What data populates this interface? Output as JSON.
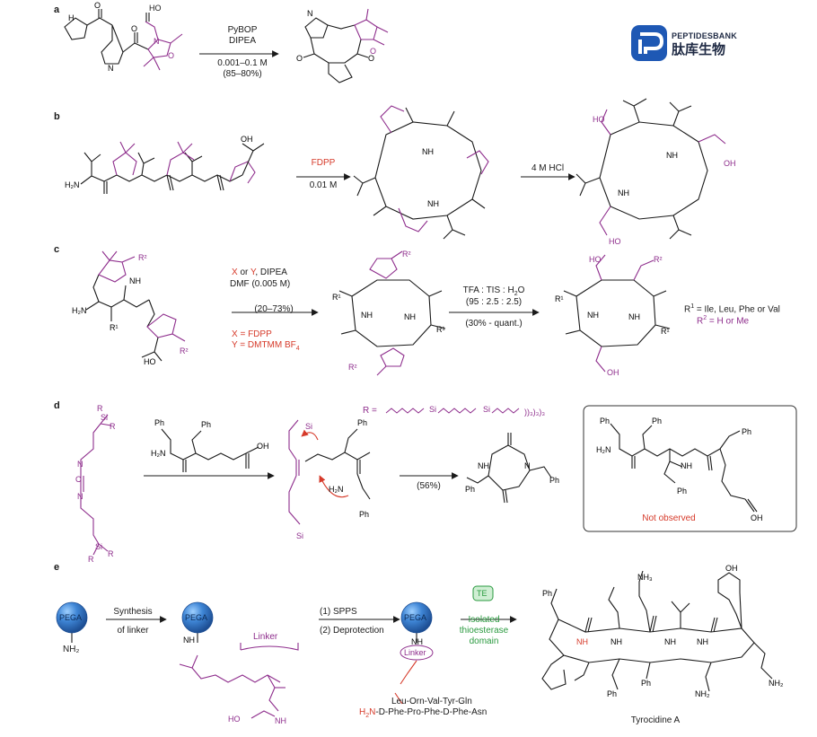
{
  "panels": {
    "a": {
      "label": "a",
      "reagent1": "PyBOP",
      "reagent2": "DIPEA",
      "condition": "0.001–0.1 M",
      "yield": "(85–80%)"
    },
    "b": {
      "label": "b",
      "reagent": "FDPP",
      "condition": "0.01 M",
      "step2": "4 M HCl"
    },
    "c": {
      "label": "c",
      "reagent_x": "X",
      "reagent_or": "or",
      "reagent_y": "Y",
      "reagent_rest": ", DIPEA",
      "solvent": "DMF (0.005 M)",
      "yield1": "(20–73%)",
      "x_def": "X = FDPP",
      "y_def": "Y = DMTMM BF",
      "y_sub": "4",
      "step2_reagent": "TFA : TIS : H",
      "step2_sub": "2",
      "step2_o": "O",
      "step2_ratio": "(95 : 2.5 : 2.5)",
      "yield2": "(30% - quant.)",
      "r1_def_pre": "R",
      "r1_sup": "1",
      "r1_def": " = Ile, Leu, Phe or Val",
      "r2_def_pre": "R",
      "r2_sup": "2",
      "r2_def": " = H or Me"
    },
    "d": {
      "label": "d",
      "r_eq": "R =",
      "yield": "(56%)",
      "not_observed": "Not observed"
    },
    "e": {
      "label": "e",
      "step1_line1": "Synthesis",
      "step1_line2": "of linker",
      "step2_line1": "(1) SPPS",
      "step2_line2": "(2) Deprotection",
      "te": "TE",
      "te_line1": "Isolated",
      "te_line2": "thioesterase",
      "te_line3": "domain",
      "linker": "Linker",
      "linker2": "Linker",
      "pega": "PEGA",
      "seq1": "Leu-Orn-Val-Tyr-Gln",
      "seq2_h": "H",
      "seq2_sub": "2",
      "seq2_n": "N",
      "seq2_rest": "-D-Phe-Pro-Phe-D-Phe-Asn",
      "product": "Tyrocidine A"
    }
  },
  "atoms": {
    "nh": "NH",
    "n": "N",
    "o": "O",
    "ho": "HO",
    "oh": "OH",
    "h2n": "H₂N",
    "nh2": "NH₂",
    "ph": "Ph",
    "r": "R",
    "si": "Si",
    "c": "C",
    "h": "H",
    "r1": "R¹",
    "r2": "R²",
    "nh3": "NH₃"
  },
  "logo": {
    "name": "PEPTIDESBANK",
    "cn": "肽库生物"
  },
  "colors": {
    "purple": "#8e2d8c",
    "red": "#d63a2a",
    "green": "#2a9a3f",
    "pega_blue": "#2f6fc2",
    "logo_blue": "#1e58b4"
  }
}
